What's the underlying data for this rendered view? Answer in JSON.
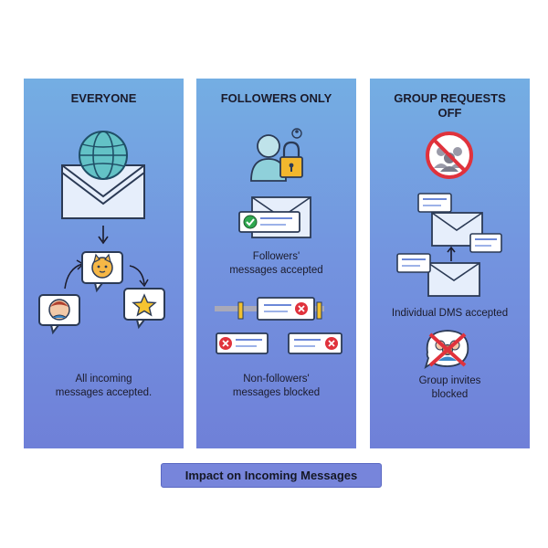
{
  "panels": [
    {
      "title_lines": [
        "EVERYONE"
      ],
      "caption_lines": [
        "All incoming",
        "messages accepted."
      ]
    },
    {
      "title_lines": [
        "FOLLOWERS ONLY"
      ],
      "caption_top_lines": [
        "Followers'",
        "messages accepted"
      ],
      "caption_bottom_lines": [
        "Non-followers'",
        "messages blocked"
      ]
    },
    {
      "title_lines": [
        "GROUP REQUESTS",
        "OFF"
      ],
      "caption_top_lines": [
        "Individual DMS accepted"
      ],
      "caption_bottom_lines": [
        "Group invites",
        "blocked"
      ]
    }
  ],
  "footer": {
    "label": "Impact on Incoming Messages"
  },
  "colors": {
    "panel_top": "#74aee3",
    "panel_bottom": "#6f80d8",
    "accept_green": "#2fa84f",
    "block_red": "#e0323c",
    "lock_gold": "#f2b72e"
  }
}
